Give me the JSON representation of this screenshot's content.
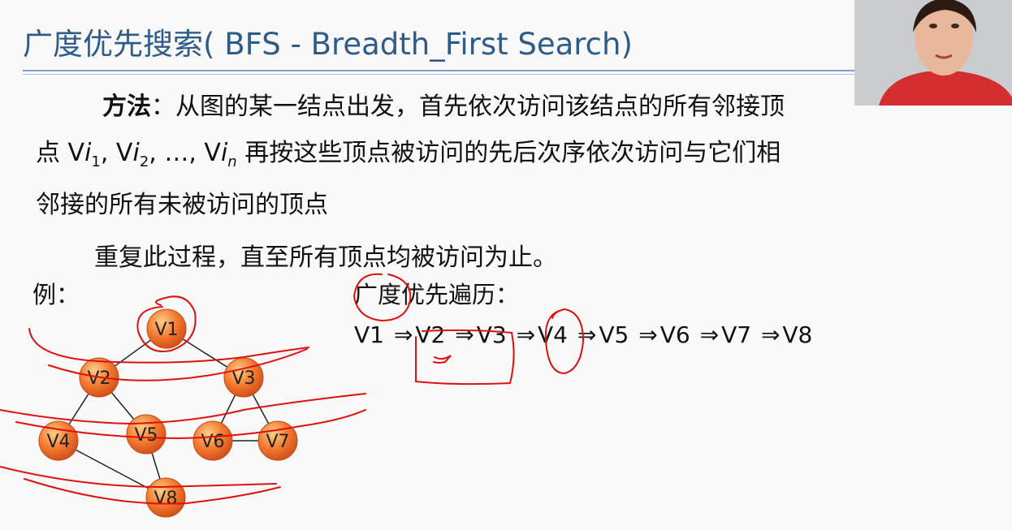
{
  "slide": {
    "title": "广度优先搜索( BFS  -  Breadth_First Search)",
    "method_label": "方法",
    "line1_rest": "：从图的某一结点出发，首先依次访问该结点的所有邻接顶",
    "line2_prefix": "点 V",
    "sub1": "1",
    "sub2": "2",
    "subn": "n",
    "line2_suffix": " 再按这些顶点被访问的先后次序依次访问与它们相",
    "line3": "邻接的所有未被访问的顶点",
    "line4": "重复此过程，直至所有顶点均被访问为止。",
    "example_label": "例：",
    "traversal_title": "广度优先遍历：",
    "sequence": [
      "V1",
      "V2",
      "V3",
      "V4",
      "V5",
      "V6",
      "V7",
      "V8"
    ],
    "arrow": "⇒"
  },
  "graph": {
    "nodes": [
      "V1",
      "V2",
      "V3",
      "V4",
      "V5",
      "V6",
      "V7",
      "V8"
    ],
    "edges": [
      [
        "V1",
        "V2"
      ],
      [
        "V1",
        "V3"
      ],
      [
        "V2",
        "V4"
      ],
      [
        "V2",
        "V5"
      ],
      [
        "V3",
        "V6"
      ],
      [
        "V3",
        "V7"
      ],
      [
        "V4",
        "V8"
      ],
      [
        "V5",
        "V8"
      ],
      [
        "V6",
        "V7"
      ]
    ],
    "node_color": "#f07030"
  },
  "video_overlay": {
    "description_icon": "presenter-video-icon"
  }
}
